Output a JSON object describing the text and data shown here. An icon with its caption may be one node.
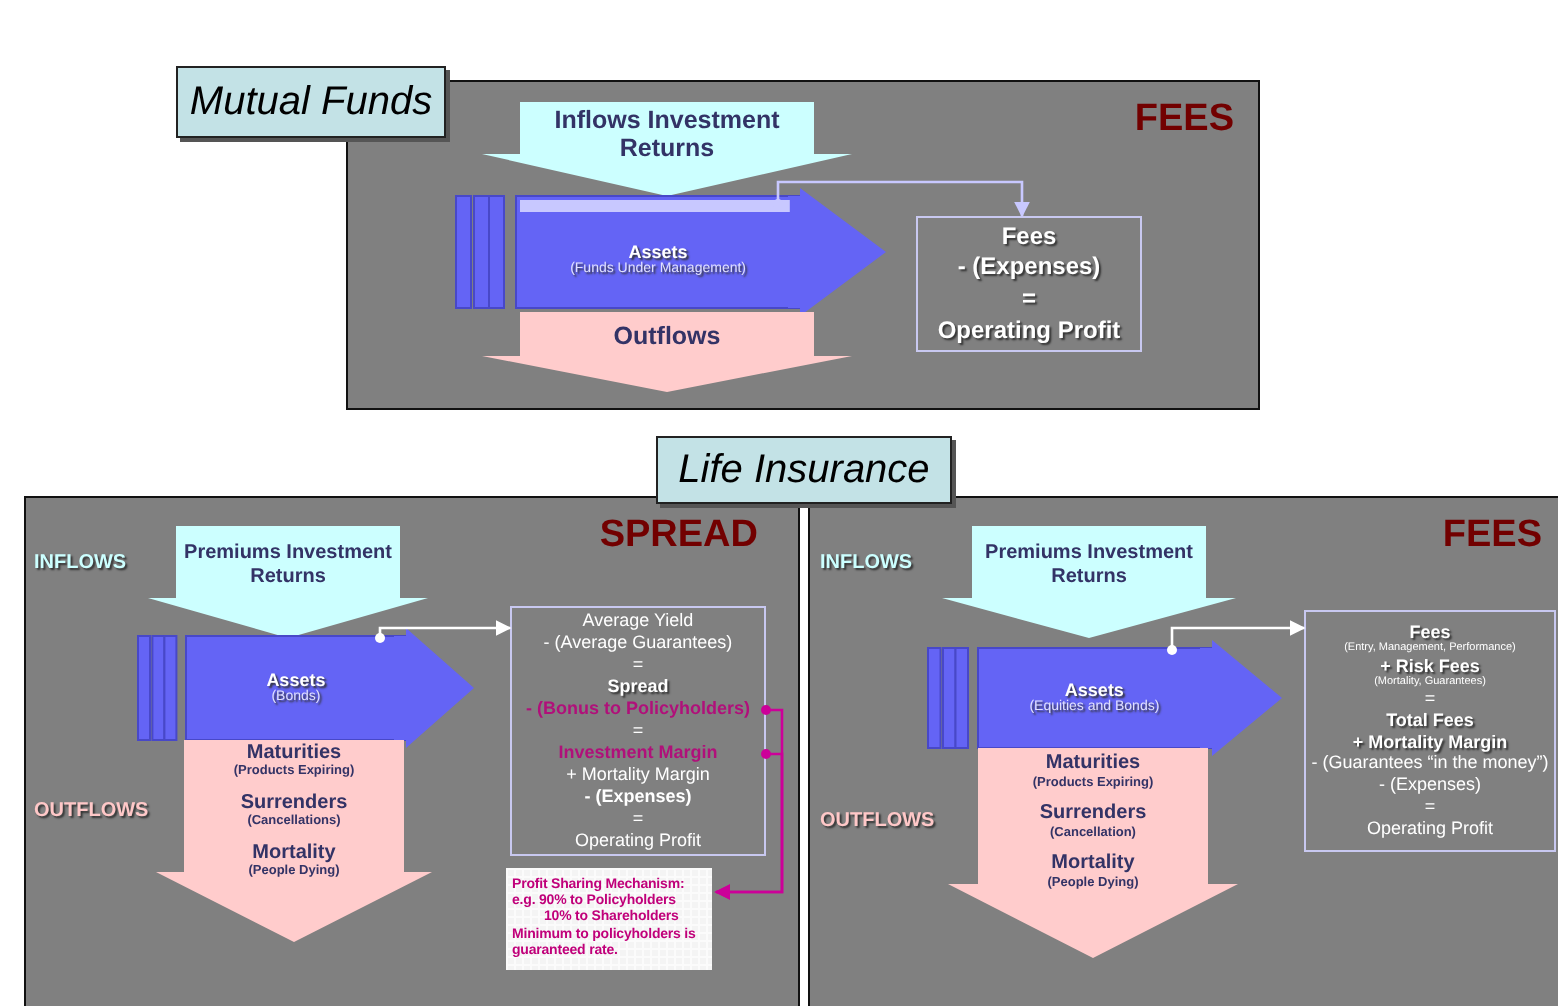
{
  "diagram": {
    "nodes": [
      {
        "text": [
          "FEES"
        ]
      },
      {
        "text": [
          "Mutual Funds"
        ]
      },
      {
        "text": [
          "Inflows Investment Returns"
        ],
        "in": 0
      },
      {
        "text": [
          "Assets",
          "(Funds Under Management)"
        ],
        "in": 0
      },
      {
        "text": [
          "Outflows"
        ],
        "in": 0
      },
      {
        "text": [
          "Fees",
          "- (Expenses)",
          "=",
          "Operating Profit"
        ],
        "in": 0
      },
      {
        "text": [
          "Life Insurance"
        ]
      },
      {
        "text": [
          "SPREAD"
        ]
      },
      {
        "text": [
          "Premiums Investment Returns"
        ],
        "in": 7
      },
      {
        "text": [
          "Assets",
          "(Bonds)"
        ],
        "in": 7
      },
      {
        "text": [
          "Maturities",
          "(Products Expiring)",
          "Surrenders",
          "(Cancellations)",
          "Mortality",
          "(People Dying)"
        ],
        "in": 7
      },
      {
        "text": [
          "Average Yield",
          "- (Average Guarantees)",
          "=",
          "Spread",
          "- (Bonus to Policyholders)",
          "=",
          "Investment Margin",
          "+ Mortality Margin",
          "- (Expenses)",
          "=",
          "Operating Profit"
        ],
        "in": 7
      },
      {
        "text": [
          "Profit Sharing Mechanism:",
          "e.g. 90% to Policyholders",
          "10% to Shareholders",
          "Minimum to policyholders is guaranteed rate."
        ],
        "in": 7
      },
      {
        "text": [
          "FEES"
        ]
      },
      {
        "text": [
          "Premiums Investment Returns"
        ],
        "in": 13
      },
      {
        "text": [
          "Assets",
          "(Equities and Bonds)"
        ],
        "in": 13
      },
      {
        "text": [
          "Maturities",
          "(Products Expiring)",
          "Surrenders",
          "(Cancellation)",
          "Mortality",
          "(People Dying)"
        ],
        "in": 13
      },
      {
        "text": [
          "Fees",
          "(Entry, Management, Performance)",
          "+ Risk Fees",
          "(Mortality, Guarantees)",
          "=",
          "Total Fees",
          "+ Mortality Margin",
          "- (Guarantees “in the money”)",
          "- (Expenses)",
          "=",
          "Operating Profit"
        ],
        "in": 13
      }
    ],
    "edges": [
      {
        "from": 3,
        "to": 5,
        "arrow": "to",
        "color": "#c8c8ff"
      },
      {
        "from": 9,
        "to": 11,
        "arrow": "to"
      },
      {
        "from": 11,
        "to": 12,
        "arrow": "to",
        "color": "#cc0099"
      },
      {
        "from": 11,
        "to": 12,
        "arrow": "to",
        "color": "#cc0099"
      },
      {
        "from": 15,
        "to": 17,
        "arrow": "to"
      }
    ],
    "labels": [
      "INFLOWS",
      "OUTFLOWS",
      "INFLOWS",
      "OUTFLOWS"
    ]
  }
}
